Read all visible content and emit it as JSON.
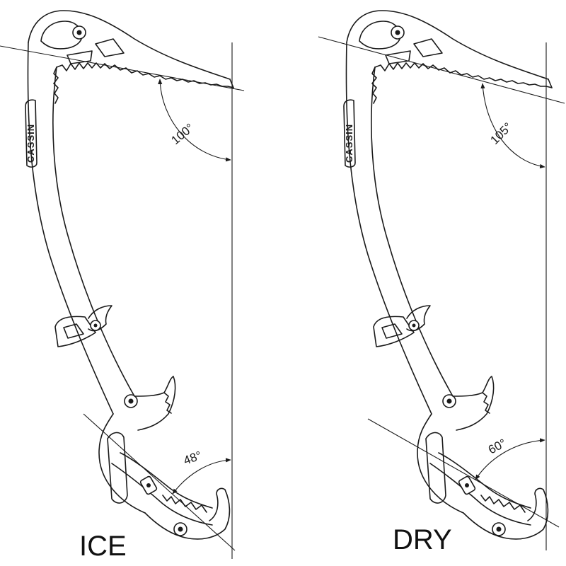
{
  "brand": "CASSIN",
  "tools": [
    {
      "caption": "ICE",
      "head_angle": "100°",
      "handle_angle": "48°"
    },
    {
      "caption": "DRY",
      "head_angle": "105°",
      "handle_angle": "60°"
    }
  ],
  "colors": {
    "ink": "#1a1a1a",
    "background": "#ffffff"
  }
}
